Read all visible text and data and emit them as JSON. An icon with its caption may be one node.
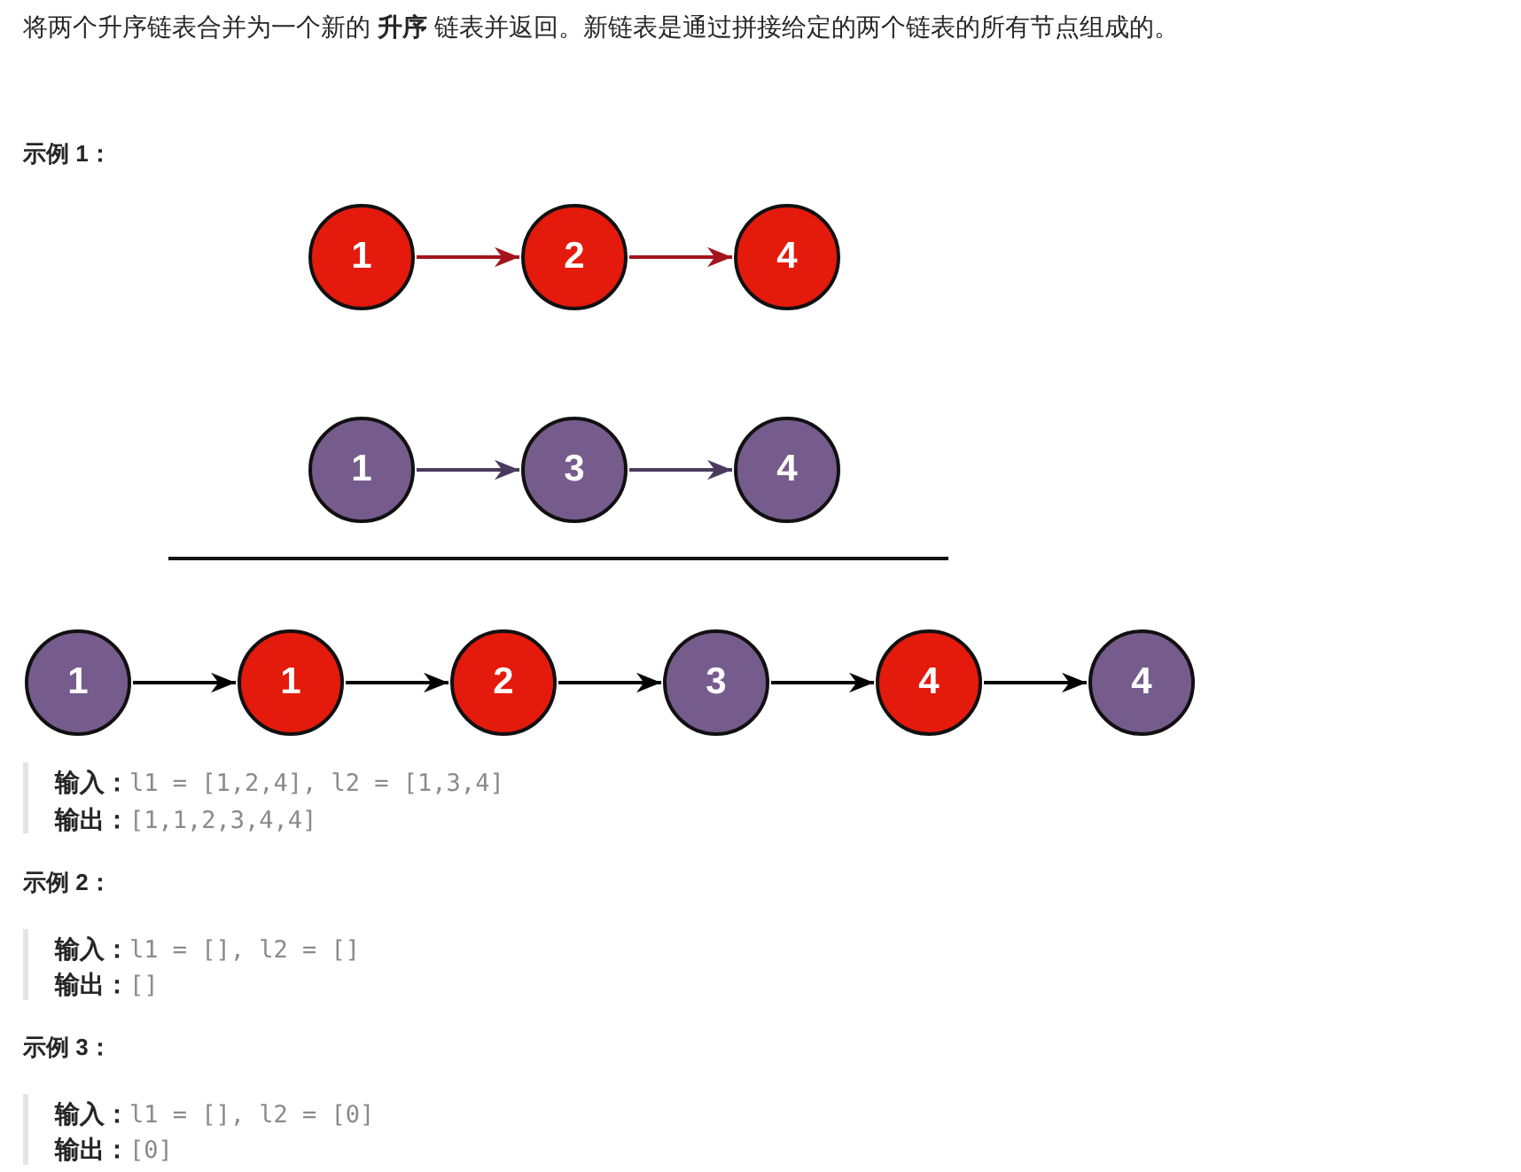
{
  "diagram": {
    "nodes": [
      {
        "text": [
          "1"
        ]
      },
      {
        "text": [
          "2"
        ]
      },
      {
        "text": [
          "4"
        ]
      },
      {
        "text": [
          "1"
        ]
      },
      {
        "text": [
          "3"
        ]
      },
      {
        "text": [
          "4"
        ]
      },
      {
        "text": [
          "1"
        ]
      },
      {
        "text": [
          "1"
        ]
      },
      {
        "text": [
          "2"
        ]
      },
      {
        "text": [
          "3"
        ]
      },
      {
        "text": [
          "4"
        ]
      },
      {
        "text": [
          "4"
        ]
      }
    ],
    "edges": [
      {
        "from": 0,
        "to": 1,
        "arrow": "to",
        "color": "#a3141c"
      },
      {
        "from": 1,
        "to": 2,
        "arrow": "to",
        "color": "#a3141c"
      },
      {
        "from": 3,
        "to": 4,
        "arrow": "to",
        "color": "#4b3a5e"
      },
      {
        "from": 4,
        "to": 5,
        "arrow": "to",
        "color": "#4b3a5e"
      },
      {
        "from": 6,
        "to": 7,
        "arrow": "to"
      },
      {
        "from": 7,
        "to": 8,
        "arrow": "to"
      },
      {
        "from": 8,
        "to": 9,
        "arrow": "to"
      },
      {
        "from": 9,
        "to": 10,
        "arrow": "to"
      },
      {
        "from": 10,
        "to": 11,
        "arrow": "to"
      }
    ],
    "labels": [
      "将两个升序链表合并为一个新的 **升序** 链表并返回。新链表是通过拼接给定的两个链表的所有节点组成的。",
      "示例 1：",
      "**输入：**l1 = [1,2,4], l2 = [1,3,4]",
      "**输出：**[1,1,2,3,4,4]",
      "示例 2：",
      "**输入：**l1 = [], l2 = []",
      "**输出：**[]",
      "示例 3：",
      "**输入：**l1 = [], l2 = [0]",
      "**输出：**[0]"
    ]
  }
}
